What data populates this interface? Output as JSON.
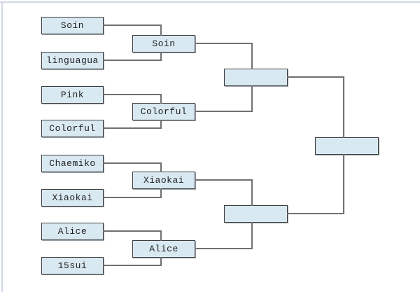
{
  "bracket": {
    "round1": [
      "Soin",
      "linguagua",
      "Pink",
      "Colorful",
      "Chaemiko",
      "Xiaokai",
      "Alice",
      "15sui"
    ],
    "round2": [
      "Soin",
      "Colorful",
      "Xiaokai",
      "Alice"
    ],
    "semifinals": [
      "",
      ""
    ],
    "final": ""
  },
  "colors": {
    "box_fill": "#d9e9f2",
    "box_border": "#3e3e3e",
    "box_shadow": "#99a1a9",
    "connector_line": "#6e7073",
    "frame_edge": "#cfd8e8",
    "text": "#1e1e1e",
    "background": "#ffffff"
  }
}
